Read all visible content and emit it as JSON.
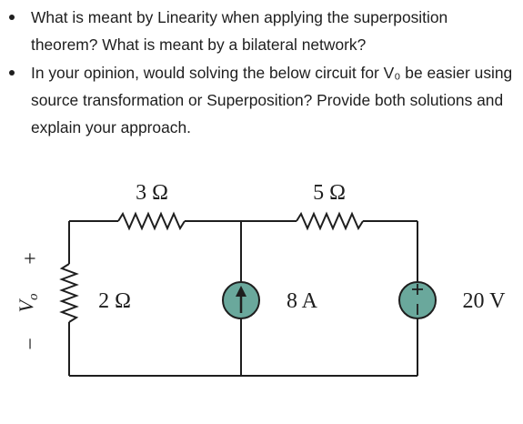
{
  "questions": [
    "What is meant by Linearity when applying the superposition theorem? What is meant by a bilateral network?",
    "In your opinion, would solving the below circuit for V₀ be easier using source transformation or Superposition? Provide both solutions and explain your approach."
  ],
  "circuit": {
    "resistor_top_left": "3 Ω",
    "resistor_top_right": "5 Ω",
    "resistor_left": "2 Ω",
    "current_source": "8 A",
    "voltage_source": "20 V",
    "vo_plus": "+",
    "vo_minus": "−",
    "vo_label": "V",
    "vo_subscript": "o",
    "colors": {
      "source_fill": "#6aa89c",
      "wire": "#1e1e1e"
    }
  }
}
